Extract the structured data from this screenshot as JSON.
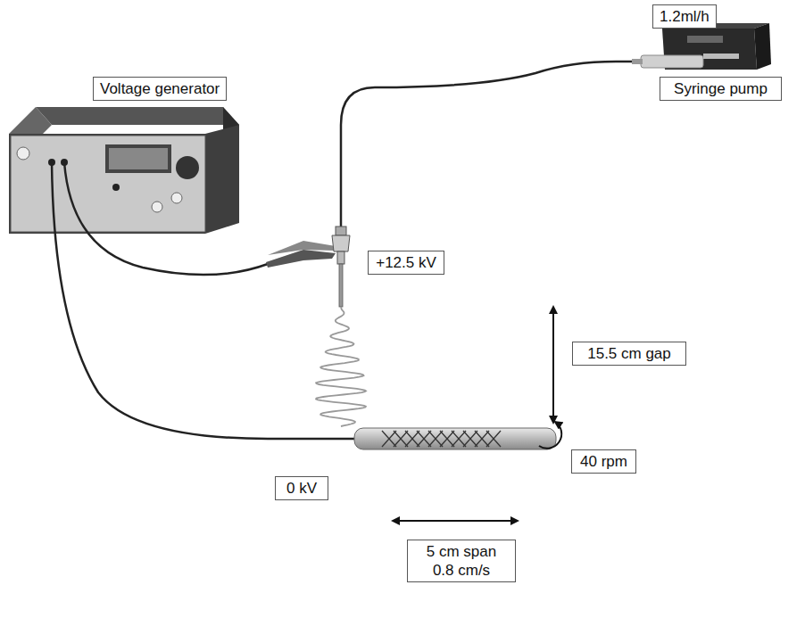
{
  "diagram": {
    "nodes": [
      {
        "text": [
          "1.2ml/h"
        ]
      },
      {
        "text": [
          "Syringe pump"
        ]
      },
      {
        "text": [
          "Voltage generator"
        ]
      },
      {
        "text": [
          "+12.5 kV"
        ]
      },
      {
        "text": [
          "15.5 cm gap"
        ]
      },
      {
        "text": [
          "40 rpm"
        ]
      },
      {
        "text": [
          "0 kV"
        ]
      },
      {
        "text": [
          "5 cm span 0.8 cm/s"
        ]
      }
    ],
    "edges": []
  }
}
